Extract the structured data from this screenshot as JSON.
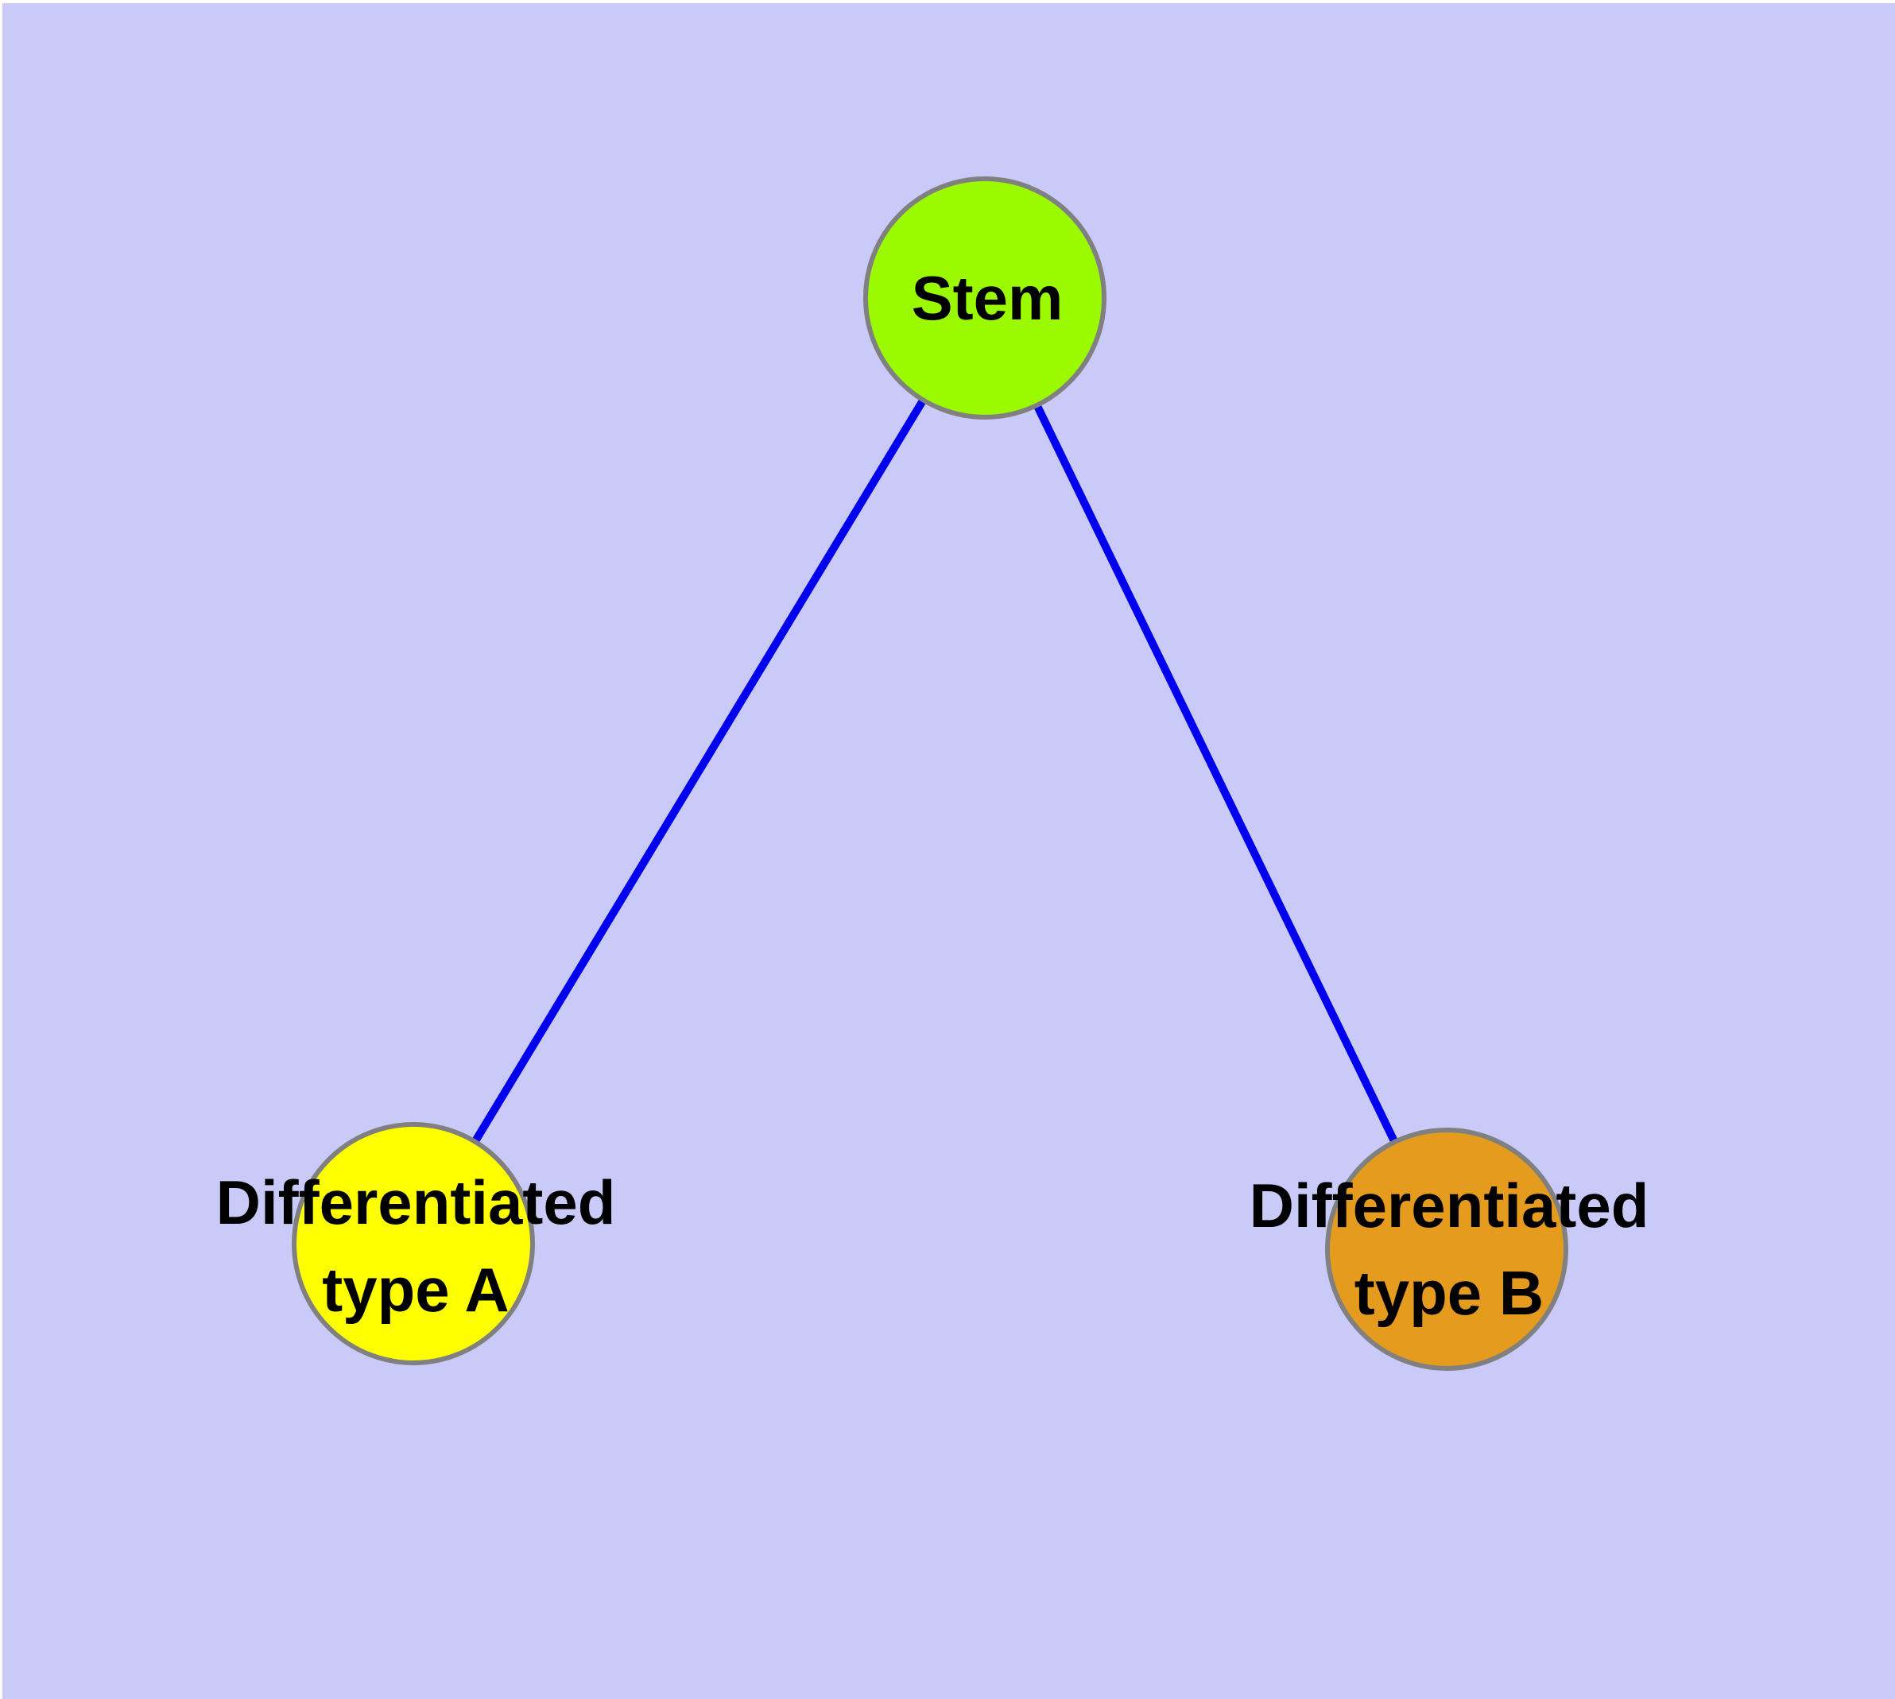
{
  "diagram": {
    "type": "graph",
    "background_color": "#CACAF8",
    "edge_color": "#0000EE",
    "node_border_color": "#808080",
    "text_color": "#000000",
    "nodes": [
      {
        "id": "stem",
        "label": "Stem",
        "fill": "#9BF900"
      },
      {
        "id": "differentiated-type-a",
        "label": "Differentiated type A",
        "line1": "Differentiated",
        "line2": "type A",
        "fill": "#FFFF00"
      },
      {
        "id": "differentiated-type-b",
        "label": "Differentiated type B",
        "line1": "Differentiated",
        "line2": "type B",
        "fill": "#E49B1E"
      }
    ],
    "edges": [
      {
        "from": "stem",
        "to": "differentiated-type-a"
      },
      {
        "from": "stem",
        "to": "differentiated-type-b"
      }
    ]
  }
}
